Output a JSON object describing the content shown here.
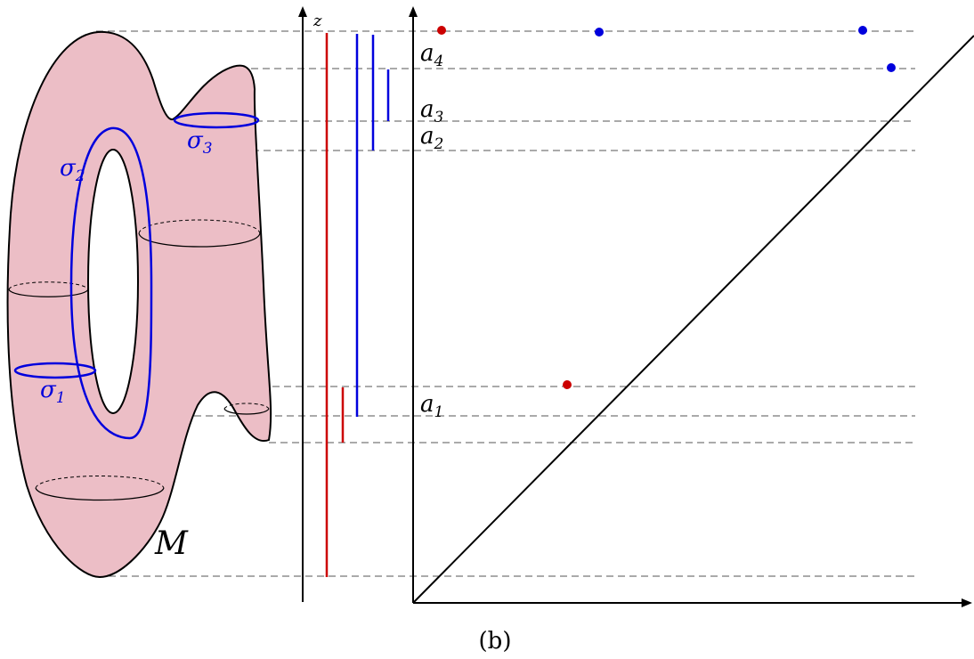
{
  "figure": {
    "caption": "(b)",
    "axis_label_z": "z",
    "manifold_label": "M",
    "colors": {
      "surface_fill": "#ecbec6",
      "red": "#cc0000",
      "blue": "#0000dd",
      "black": "#000000",
      "dash": "#555555"
    }
  },
  "levels": [
    {
      "name": "a1",
      "label_base": "a",
      "label_sub": "1"
    },
    {
      "name": "a2",
      "label_base": "a",
      "label_sub": "2"
    },
    {
      "name": "a3",
      "label_base": "a",
      "label_sub": "3"
    },
    {
      "name": "a4",
      "label_base": "a",
      "label_sub": "4"
    }
  ],
  "cycles": [
    {
      "name": "sigma1",
      "label_base": "σ",
      "label_sub": "1",
      "color": "blue"
    },
    {
      "name": "sigma2",
      "label_base": "σ",
      "label_sub": "2",
      "color": "blue"
    },
    {
      "name": "sigma3",
      "label_base": "σ",
      "label_sub": "3",
      "color": "blue"
    }
  ],
  "barcode": [
    {
      "color": "red",
      "birth": "min",
      "death": "inf"
    },
    {
      "color": "red",
      "birth": "b_red",
      "death": "b_red_death"
    },
    {
      "color": "blue",
      "birth": "a1",
      "death": "inf"
    },
    {
      "color": "blue",
      "birth": "a2",
      "death": "inf"
    },
    {
      "color": "blue",
      "birth": "a3",
      "death": "a4"
    }
  ],
  "persistence_points": [
    {
      "color": "red",
      "birth": "min",
      "death": "inf"
    },
    {
      "color": "red",
      "birth": "b_red",
      "death": "b_red_death"
    },
    {
      "color": "blue",
      "birth": "a1",
      "death": "inf"
    },
    {
      "color": "blue",
      "birth": "a2",
      "death": "inf"
    },
    {
      "color": "blue",
      "birth": "a3",
      "death": "a4"
    }
  ]
}
